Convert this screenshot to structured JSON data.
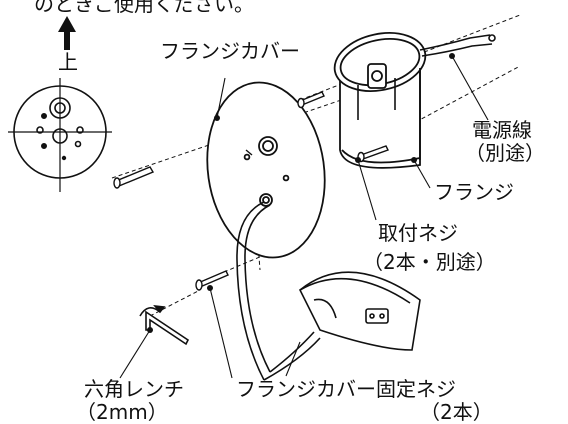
{
  "header_text": "のときご使用ください。",
  "up_label": "上",
  "labels": {
    "flange_cover": "フランジカバー",
    "power_cable": "電源線",
    "power_cable_note": "（別途）",
    "flange": "フランジ",
    "mount_screw": "取付ネジ",
    "mount_screw_note": "（2本・別途）",
    "hex_wrench": "六角レンチ",
    "hex_wrench_size": "（2mm）",
    "cover_fix_screw": "フランジカバー固定ネジ",
    "cover_fix_screw_count": "（2本）"
  },
  "colors": {
    "line": "#111111",
    "background": "#ffffff",
    "pad": "#cfcfcf"
  }
}
